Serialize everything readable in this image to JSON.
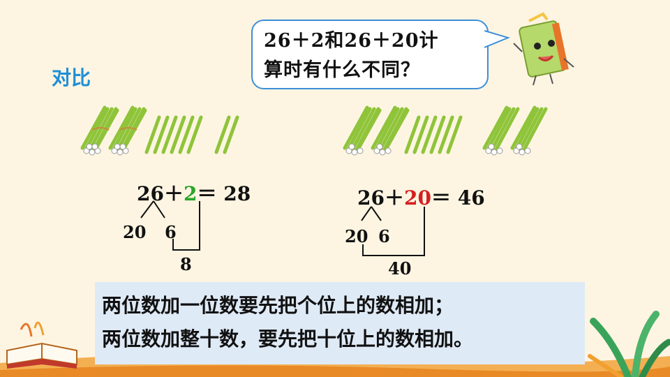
{
  "section_label": "对比",
  "question": {
    "line1": "26＋2和26＋20计",
    "line2": "算时有什么不同？"
  },
  "left_problem": {
    "a": "26",
    "op": "＋",
    "b": "2",
    "eq": "＝",
    "result": "28",
    "split_tens": "20",
    "split_ones": "6",
    "partial": "8",
    "highlight_color": "#2aa52a"
  },
  "right_problem": {
    "a": "26",
    "op": "＋",
    "b": "20",
    "eq": "＝",
    "result": "46",
    "split_tens": "20",
    "split_ones": "6",
    "partial": "40",
    "highlight_color": "#d42020"
  },
  "summary": {
    "line1": "两位数加一位数要先把个位上的数相加；",
    "line2": "两位数加整十数，要先把十位上的数相加。"
  },
  "colors": {
    "background": "#fdf5e2",
    "accent_blue": "#1f8fd6",
    "summary_bg": "#dfeaf7",
    "stick_green": "#8fc43a"
  }
}
